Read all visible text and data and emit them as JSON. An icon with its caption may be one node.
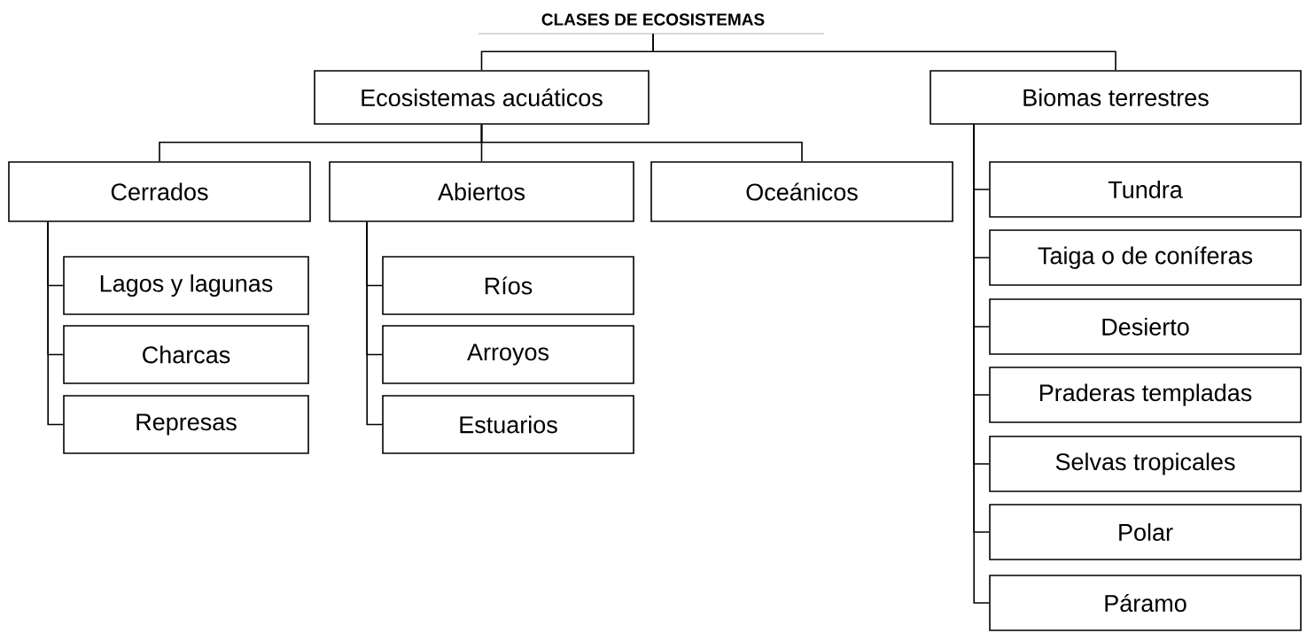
{
  "diagram": {
    "nodes": [
      {
        "text": [
          "CLASES DE ECOSISTEMAS"
        ]
      },
      {
        "text": [
          "Ecosistemas acuáticos"
        ]
      },
      {
        "text": [
          "Biomas terrestres"
        ]
      },
      {
        "text": [
          "Cerrados"
        ]
      },
      {
        "text": [
          "Abiertos"
        ]
      },
      {
        "text": [
          "Oceánicos"
        ]
      },
      {
        "text": [
          "Lagos y lagunas"
        ]
      },
      {
        "text": [
          "Charcas"
        ]
      },
      {
        "text": [
          "Represas"
        ]
      },
      {
        "text": [
          "Ríos"
        ]
      },
      {
        "text": [
          "Arroyos"
        ]
      },
      {
        "text": [
          "Estuarios"
        ]
      },
      {
        "text": [
          "Tundra"
        ]
      },
      {
        "text": [
          "Taiga o de coníferas"
        ]
      },
      {
        "text": [
          "Desierto"
        ]
      },
      {
        "text": [
          "Praderas templadas"
        ]
      },
      {
        "text": [
          "Selvas tropicales"
        ]
      },
      {
        "text": [
          "Polar"
        ]
      },
      {
        "text": [
          "Páramo"
        ]
      }
    ],
    "edges": [
      {
        "from": 0,
        "to": 1,
        "arrow": "none"
      },
      {
        "from": 0,
        "to": 2,
        "arrow": "none"
      },
      {
        "from": 1,
        "to": 3,
        "arrow": "none"
      },
      {
        "from": 1,
        "to": 4,
        "arrow": "none"
      },
      {
        "from": 1,
        "to": 5,
        "arrow": "none"
      },
      {
        "from": 3,
        "to": 6,
        "arrow": "none"
      },
      {
        "from": 3,
        "to": 7,
        "arrow": "none"
      },
      {
        "from": 3,
        "to": 8,
        "arrow": "none"
      },
      {
        "from": 4,
        "to": 9,
        "arrow": "none"
      },
      {
        "from": 4,
        "to": 10,
        "arrow": "none"
      },
      {
        "from": 4,
        "to": 11,
        "arrow": "none"
      },
      {
        "from": 2,
        "to": 12,
        "arrow": "none"
      },
      {
        "from": 2,
        "to": 13,
        "arrow": "none"
      },
      {
        "from": 2,
        "to": 14,
        "arrow": "none"
      },
      {
        "from": 2,
        "to": 15,
        "arrow": "none"
      },
      {
        "from": 2,
        "to": 16,
        "arrow": "none"
      },
      {
        "from": 2,
        "to": 17,
        "arrow": "none"
      },
      {
        "from": 2,
        "to": 18,
        "arrow": "none"
      }
    ]
  }
}
